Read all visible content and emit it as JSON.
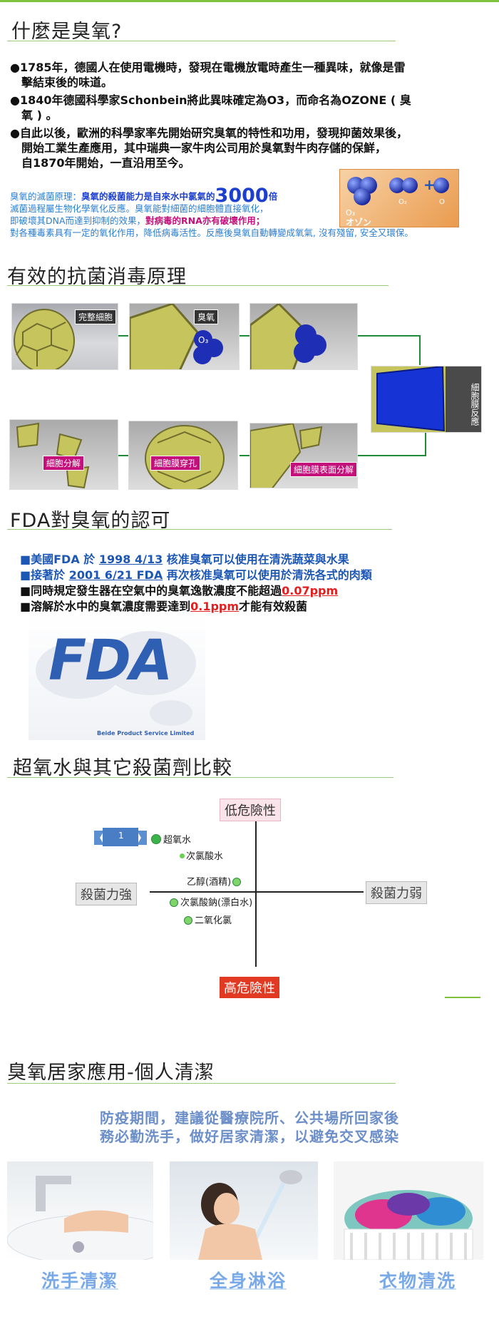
{
  "sections": {
    "what_is": {
      "title": "什麼是臭氧?",
      "bullets": [
        [
          "●1785年，德國人在使用電機時，發現在電機放電時產生一種異味，就像是雷",
          "擊結束後的味道。"
        ],
        [
          "●1840年德國科學家Schonbein將此異味確定為O3，而命名為OZONE ( 臭",
          "氧 ) 。"
        ],
        [
          "●自此以後，歐洲的科學家率先開始研究臭氧的特性和功用，發現抑菌效果後，",
          "開始工業生產應用，其中瑞典一家牛肉公司用於臭氧對牛肉存儲的保鮮，",
          "自1870年開始，一直沿用至今。"
        ]
      ],
      "principle": {
        "lead": "臭氧的滅菌原理：",
        "emph": "臭氧的殺菌能力是自來水中氯氣的",
        "number": "3000",
        "unit": "倍",
        "line2": "滅菌過程屬生物化學氧化反應。臭氧能對細菌的細胞體直接氧化，",
        "line3a": "即破壞其DNA而達到抑制的效果，",
        "line3b": "對病毒的RNA亦有破壞作用；",
        "line4": "對各種毒素具有一定的氧化作用，降低病毒活性。反應後臭氧自動轉變成氧氣, 沒有殘留, 安全又環保。"
      },
      "molecule": {
        "o3": "O₃",
        "katakana": "オゾン",
        "o2": "O₂",
        "o": "O",
        "plus": "+"
      }
    },
    "principle": {
      "title": "有效的抗菌消毒原理",
      "labels": {
        "cell": "完整細胞",
        "ozone": "臭氧",
        "membrane_react": "細胞膜反應",
        "surface_break": "細胞膜表面分解",
        "pierce": "細胞膜穿孔",
        "decompose": "細胞分解",
        "o3": "O₃"
      }
    },
    "fda": {
      "title": "FDA對臭氧的認可",
      "l1": {
        "pre": "■美國FDA 於 ",
        "date": "1998 4/13",
        "post": " 核准臭氧可以使用在清洗蔬菜與水果"
      },
      "l2": {
        "pre": "■接著於 ",
        "date": "2001 6/21 FDA",
        "post": " 再次核准臭氧可以使用於清洗各式的肉類"
      },
      "l3": {
        "pre": "■同時規定發生器在空氣中的臭氧逸散濃度不能超過",
        "val": "0.07ppm"
      },
      "l4": {
        "pre": "■溶解於水中的臭氧濃度需要達到",
        "val": "0.1ppm",
        "post": "才能有效殺菌"
      },
      "logo_text": "FDA",
      "logo_caption": "Beide Product Service Limited"
    },
    "compare": {
      "title": "超氧水與其它殺菌劑比較",
      "low": "低危險性",
      "high": "高危險性",
      "strong": "殺菌力強",
      "weak": "殺菌力弱",
      "rank": "1",
      "agents": [
        "超氧水",
        "次氯酸水",
        "乙醇(酒精)",
        "次氯酸鈉(漂白水)",
        "二氧化氯"
      ]
    },
    "home": {
      "title": "臭氧居家應用-個人清潔",
      "notice1": "防疫期間，建議從醫療院所、公共場所回家後",
      "notice2": "務必勤洗手，做好居家清潔，以避免交叉感染",
      "captions": [
        "洗手清潔",
        "全身淋浴",
        "衣物清洗"
      ]
    }
  },
  "colors": {
    "accent_green": "#7ec33b",
    "blue_text": "#1d57b6",
    "red_text": "#e41d1d",
    "fda_blue": "#2f5fb3"
  }
}
